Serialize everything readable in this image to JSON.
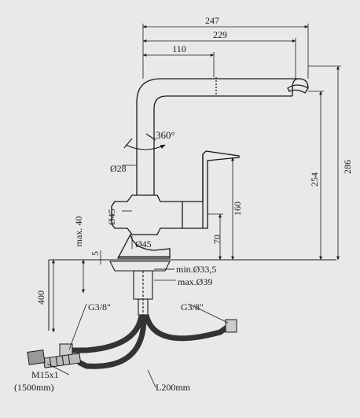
{
  "dimensions": {
    "d247": "247",
    "d229": "229",
    "d110": "110",
    "d286": "286",
    "d254": "254",
    "d160": "160",
    "d70": "70",
    "max40": "max. 40",
    "d5": "5",
    "d400": "400"
  },
  "labels": {
    "rotation": "360°",
    "dia28": "Ø28",
    "dia45_body": "Ø45",
    "dia45_base": "Ø45",
    "min_hole": "min.Ø33,5",
    "max_hole": "max.Ø39",
    "thread_left": "G3/8\"",
    "thread_right": "G3/8\"",
    "hose_thread": "M15x1",
    "hose_length": "(1500mm)",
    "pipe_length": "L200mm"
  },
  "colors": {
    "background": "#e9e9e9",
    "line": "#1a1a1a"
  }
}
